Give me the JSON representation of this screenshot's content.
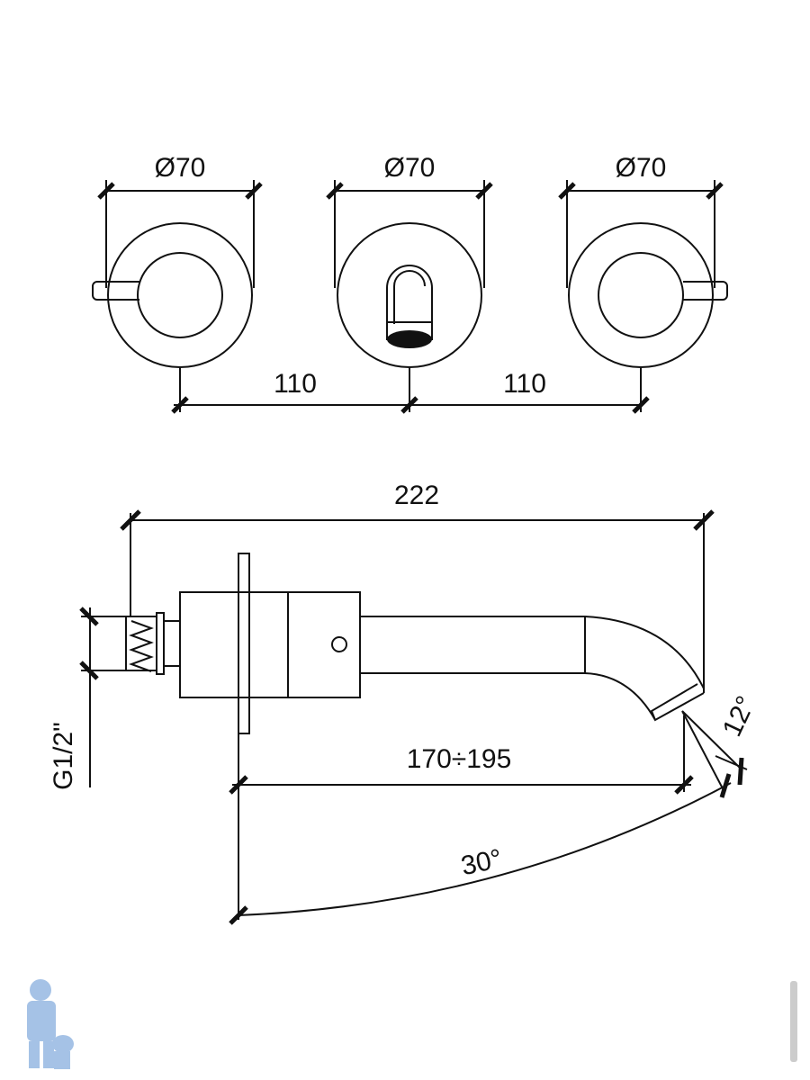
{
  "drawing": {
    "front_view": {
      "diameters": [
        "Ø70",
        "Ø70",
        "Ø70"
      ],
      "spacings": [
        "110",
        "110"
      ]
    },
    "side_view": {
      "total_length": "222",
      "projection_range": "170÷195",
      "thread": "G1/2\"",
      "spout_angle": "12°",
      "swivel_angle": "30°"
    }
  },
  "colors": {
    "line": "#111111",
    "logo": "#8fb4e0"
  }
}
